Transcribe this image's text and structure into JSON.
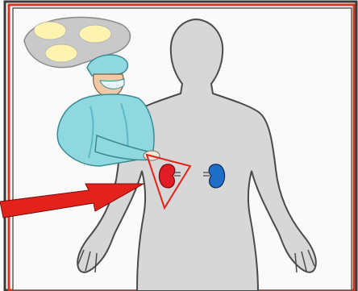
{
  "scene": {
    "colors": {
      "background": "#ffffff",
      "panel_fill": "#fafafa",
      "frame_outer": "#3a3a3a",
      "frame_red": "#d8351f",
      "frame_dark": "#5a5a5a",
      "silhouette_fill": "#d7d7d7",
      "silhouette_stroke": "#4a4a4a",
      "lamp_housing": "#c9c9c9",
      "lamp_bulb": "#fff3b0",
      "gown": "#8fd8e0",
      "gown_shadow": "#5fb8c4",
      "skin": "#f2c9a8",
      "kidney_left": "#e21c24",
      "kidney_right": "#1f6fc8",
      "arrow": "#e2221b",
      "triangle": "#e2221b"
    },
    "elements": {
      "frame": "picture-frame",
      "lamp": "surgical-lamp-icon",
      "surgeon": "surgeon-figure",
      "body": "human-body-silhouette",
      "left_kidney": "left-kidney-icon",
      "right_kidney": "right-kidney-icon",
      "highlight": "highlight-triangle",
      "pointer": "pointer-arrow-icon"
    }
  }
}
